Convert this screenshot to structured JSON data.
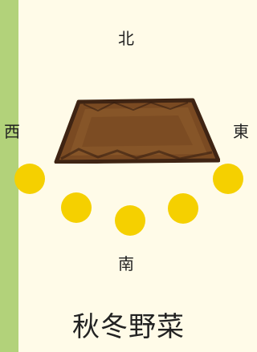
{
  "directions": {
    "north": "北",
    "west": "西",
    "east": "東",
    "south": "南"
  },
  "title": "秋冬野菜",
  "colors": {
    "background": "#fffbe8",
    "left_bar": "#b2d27a",
    "soil": "#7a4a22",
    "soil_edge": "#3f2413",
    "plant_markers": "#f5d000"
  },
  "plant_markers": {
    "count": 5
  }
}
